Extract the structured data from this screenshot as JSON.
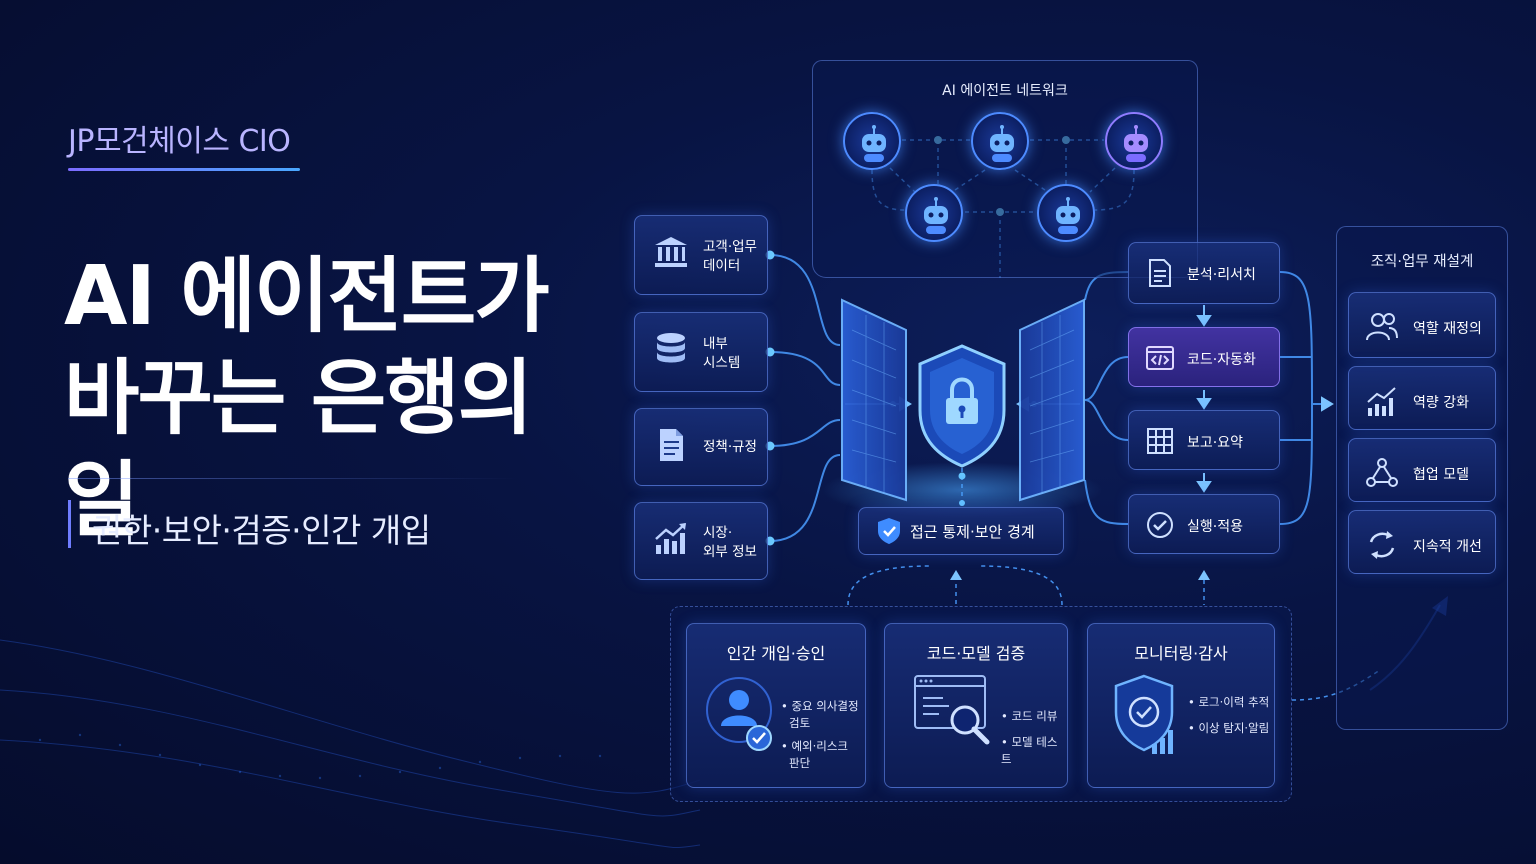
{
  "org": "JP모건체이스 CIO",
  "headline": "AI 에이전트가\n바꾸는 은행의 일",
  "subtitle": "권한·보안·검증·인간 개입",
  "network": {
    "title": "AI 에이전트 네트워크"
  },
  "sources": [
    {
      "line1": "고객·업무",
      "line2": "데이터",
      "icon": "bank-icon"
    },
    {
      "line1": "내부",
      "line2": "시스템",
      "icon": "database-icon"
    },
    {
      "line1": "정책·규정",
      "line2": "",
      "icon": "document-icon"
    },
    {
      "line1": "시장·",
      "line2": "외부 정보",
      "icon": "growth-chart-icon"
    }
  ],
  "access_label": "접근 통제·보안 경계",
  "tasks": [
    {
      "label": "분석·리서치",
      "icon": "document-icon"
    },
    {
      "label": "코드·자동화",
      "icon": "code-icon"
    },
    {
      "label": "보고·요약",
      "icon": "grid-icon"
    },
    {
      "label": "실행·적용",
      "icon": "check-circle-icon"
    }
  ],
  "right_panel": {
    "title": "조직·업무 재설계",
    "items": [
      {
        "label": "역할 재정의",
        "icon": "people-icon"
      },
      {
        "label": "역량 강화",
        "icon": "growth-chart-icon"
      },
      {
        "label": "협업 모델",
        "icon": "network-icon"
      },
      {
        "label": "지속적 개선",
        "icon": "cycle-icon"
      }
    ]
  },
  "controls": [
    {
      "title": "인간 개입·승인",
      "items": [
        "• 중요 의사결정",
        "검토",
        "• 예외·리스크",
        "판단"
      ]
    },
    {
      "title": "코드·모델 검증",
      "items": [
        "• 코드 리뷰",
        "• 모델 테스트"
      ]
    },
    {
      "title": "모니터링·감사",
      "items": [
        "• 로그·이력 추적",
        "• 이상 탐지·알림"
      ]
    }
  ],
  "colors": {
    "accent": "#4d8bff",
    "highlight": "#6f5cff",
    "background": "#081443"
  }
}
